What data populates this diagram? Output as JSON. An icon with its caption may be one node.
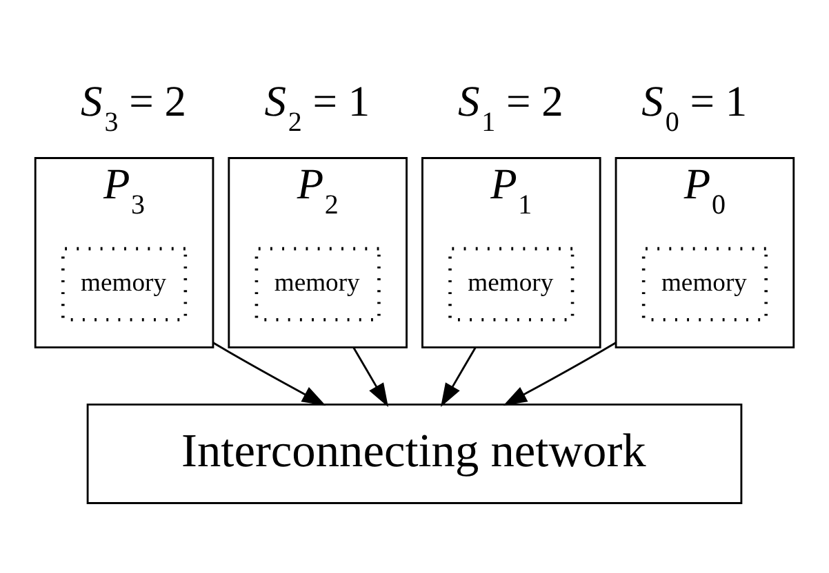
{
  "diagram": {
    "nodes": [
      {
        "text": [
          "*P*$_{3}$"
        ],
        "beside": [
          "*S*$_{3}$ = 2"
        ]
      },
      {
        "text": [
          "memory"
        ],
        "in": 0
      },
      {
        "text": [
          "*P*$_{2}$"
        ],
        "beside": [
          "*S*$_{2}$ = 1"
        ]
      },
      {
        "text": [
          "memory"
        ],
        "in": 2
      },
      {
        "text": [
          "*P*$_{1}$"
        ],
        "beside": [
          "*S*$_{1}$ = 2"
        ]
      },
      {
        "text": [
          "memory"
        ],
        "in": 4
      },
      {
        "text": [
          "*P*$_{0}$"
        ],
        "beside": [
          "*S*$_{0}$ = 1"
        ]
      },
      {
        "text": [
          "memory"
        ],
        "in": 6
      },
      {
        "text": [
          "Interconnecting network"
        ]
      }
    ],
    "edges": [
      {
        "from": 0,
        "to": 8,
        "arrow": "to"
      },
      {
        "from": 2,
        "to": 8,
        "arrow": "to"
      },
      {
        "from": 4,
        "to": 8,
        "arrow": "to"
      },
      {
        "from": 6,
        "to": 8,
        "arrow": "to"
      }
    ]
  }
}
